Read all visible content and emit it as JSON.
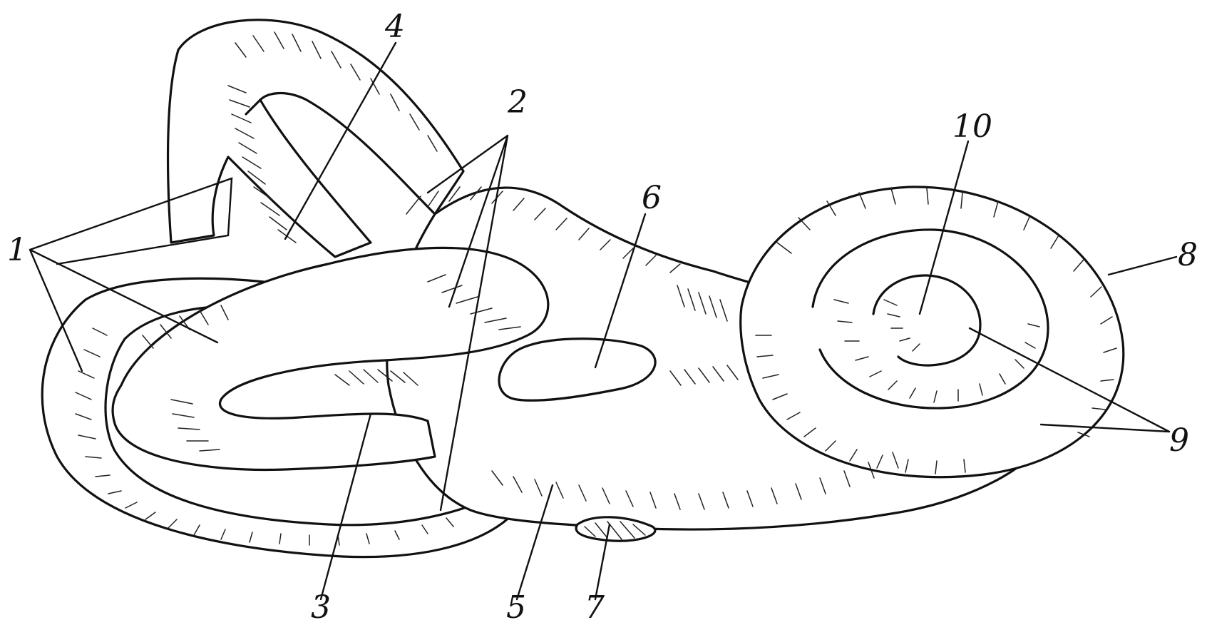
{
  "diagram": {
    "labels": [
      "1",
      "2",
      "3",
      "4",
      "5",
      "6",
      "7",
      "8",
      "9",
      "10"
    ],
    "ink_color": "#111111",
    "paper_color": "#ffffff"
  }
}
